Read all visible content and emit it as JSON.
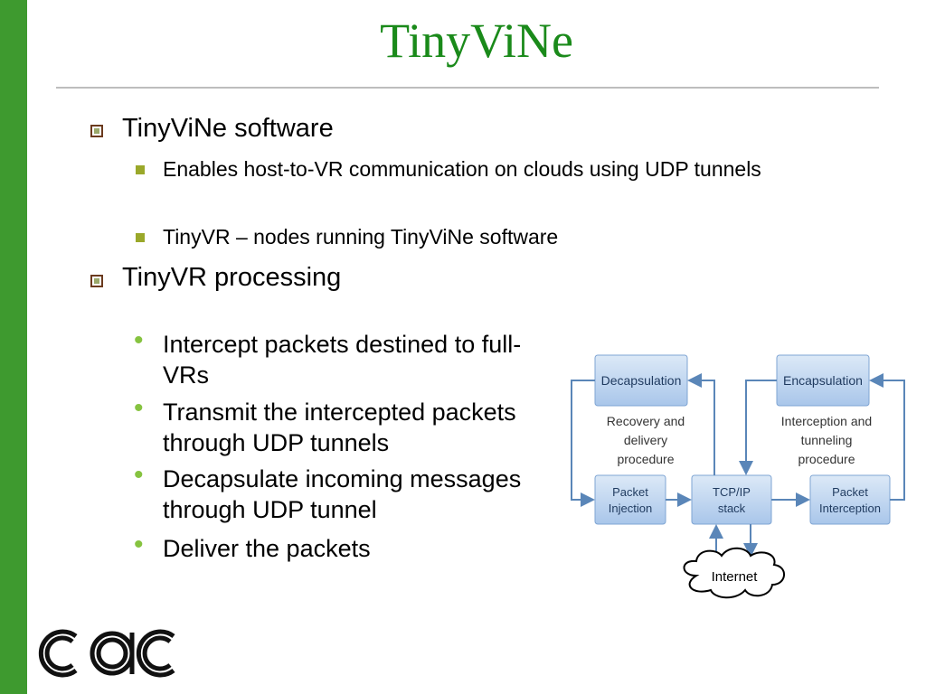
{
  "slide": {
    "title": "TinyViNe",
    "bullets": [
      {
        "text": "TinyViNe software",
        "sub": [
          "Enables host-to-VR communication on clouds using UDP tunnels",
          "TinyVR – nodes running TinyViNe software"
        ]
      },
      {
        "text": "TinyVR processing",
        "sub": [
          "Intercept packets destined to full-VRs",
          "Transmit the intercepted packets through UDP tunnels",
          "Decapsulate incoming messages through UDP tunnel",
          "Deliver the packets"
        ]
      }
    ]
  },
  "diagram": {
    "boxes": {
      "decapsulation": "Decapsulation",
      "encapsulation": "Encapsulation",
      "packet_injection_1": "Packet",
      "packet_injection_2": "Injection",
      "tcpip_1": "TCP/IP",
      "tcpip_2": "stack",
      "packet_interception_1": "Packet",
      "packet_interception_2": "Interception"
    },
    "labels": {
      "recovery_1": "Recovery and",
      "recovery_2": "delivery",
      "recovery_3": "procedure",
      "interception_1": "Interception and",
      "interception_2": "tunneling",
      "interception_3": "procedure"
    },
    "cloud": "Internet"
  },
  "logo": "CAC",
  "colors": {
    "sidebar": "#3e9a2f",
    "title": "#1a8a1a",
    "box_fill": "#b9d3ee",
    "arrow": "#5a86b8"
  }
}
